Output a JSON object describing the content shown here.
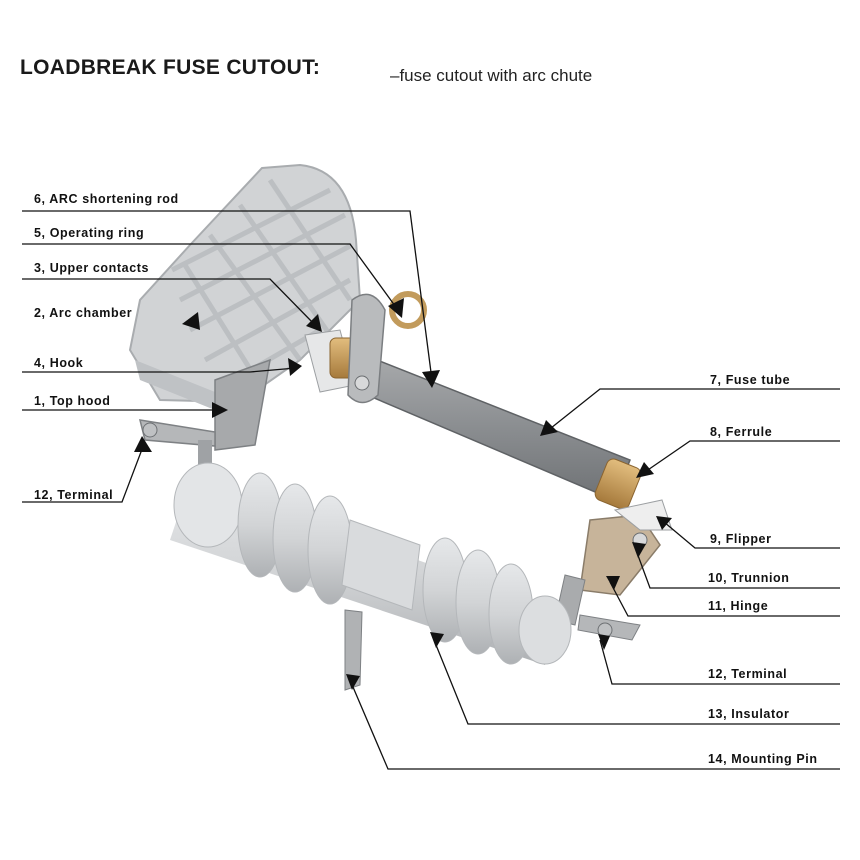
{
  "header": {
    "title": "LOADBREAK FUSE CUTOUT:",
    "subtitle": "–fuse cutout with arc chute"
  },
  "colors": {
    "porcelain": "#d6d8da",
    "porcelain_shadow": "#b9bcbf",
    "hood": "#cfd1d3",
    "tube": "#8e9194",
    "brass": "#c9a063",
    "steel": "#a9abad",
    "line": "#111111"
  },
  "labels": {
    "arc_rod": "6, ARC shortening  rod",
    "operating_ring": "5, Operating ring",
    "upper_contacts": "3, Upper contacts",
    "arc_chamber": "2, Arc chamber",
    "hook": "4, Hook",
    "top_hood": "1, Top hood",
    "terminal_left": "12, Terminal",
    "fuse_tube": "7, Fuse tube",
    "ferrule": "8, Ferrule",
    "flipper": "9, Flipper",
    "trunnion": "10, Trunnion",
    "hinge": "11, Hinge",
    "terminal_right": "12, Terminal",
    "insulator": "13, Insulator",
    "mounting_pin": "14, Mounting  Pin"
  }
}
